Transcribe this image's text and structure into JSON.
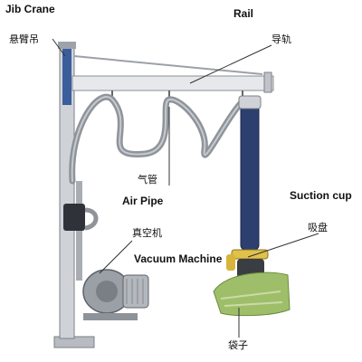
{
  "labels": {
    "jib_crane_en": "Jib Crane",
    "jib_crane_zh": "悬臂吊",
    "rail_en": "Rail",
    "rail_zh": "导轨",
    "air_pipe_zh": "气管",
    "air_pipe_en": "Air Pipe",
    "suction_cup_en": "Suction cup",
    "suction_cup_zh": "吸盘",
    "vacuum_machine_zh": "真空机",
    "vacuum_machine_en": "Vacuum Machine",
    "bag_zh": "袋子"
  },
  "colors": {
    "steel": "#c9ccd0",
    "blue_pillar": "#3a5e9c",
    "hose": "#8f949a",
    "tube_blue": "#2c3f6e",
    "bag_green": "#9fbe6a",
    "leader": "#333333"
  }
}
